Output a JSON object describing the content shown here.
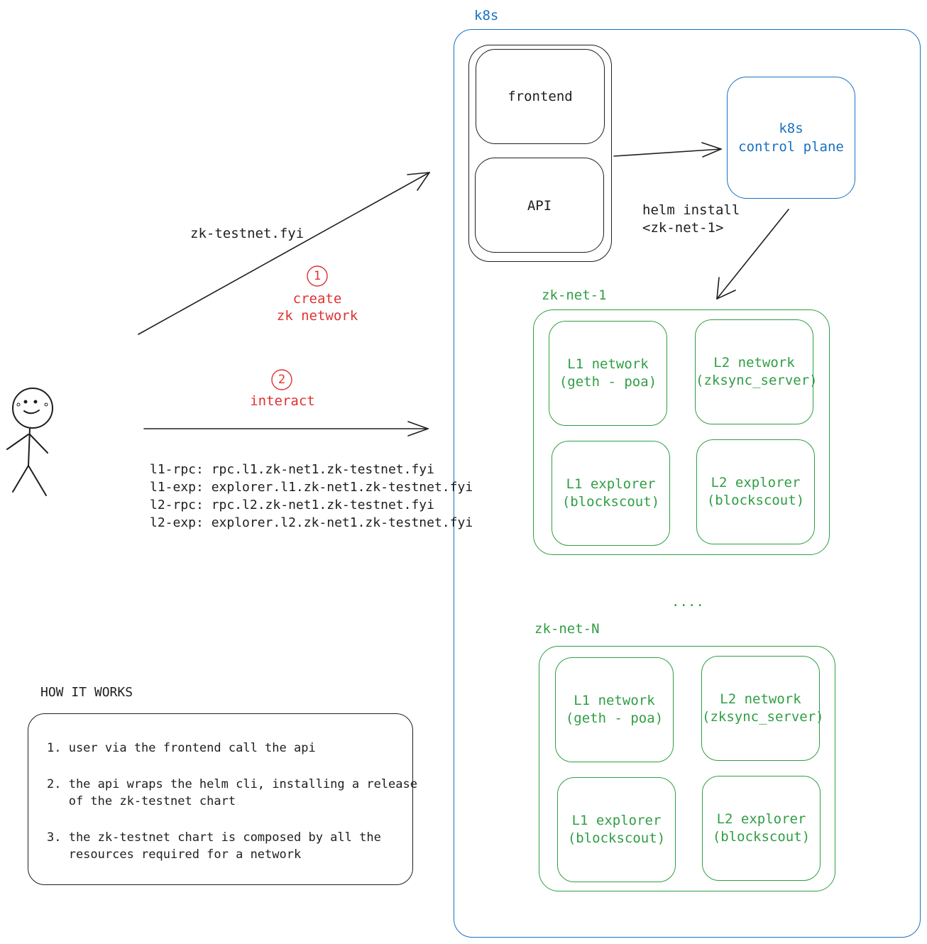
{
  "k8s": {
    "label": "k8s",
    "control_plane": [
      "k8s",
      "control plane"
    ]
  },
  "app": {
    "frontend": "frontend",
    "api": "API"
  },
  "helm": [
    "helm install",
    "<zk-net-1>"
  ],
  "url_label": "zk-testnet.fyi",
  "steps": {
    "step1": {
      "number": "1",
      "lines": [
        "create",
        "zk network"
      ]
    },
    "step2": {
      "number": "2",
      "lines": [
        "interact"
      ]
    }
  },
  "endpoints": [
    "l1-rpc: rpc.l1.zk-net1.zk-testnet.fyi",
    "l1-exp: explorer.l1.zk-net1.zk-testnet.fyi",
    "l2-rpc: rpc.l2.zk-net1.zk-testnet.fyi",
    "l2-exp: explorer.l2.zk-net1.zk-testnet.fyi"
  ],
  "networks": [
    {
      "label": "zk-net-1",
      "services": [
        [
          "L1 network",
          "(geth - poa)"
        ],
        [
          "L2 network",
          "(zksync_server)"
        ],
        [
          "L1 explorer",
          "(blockscout)"
        ],
        [
          "L2 explorer",
          "(blockscout)"
        ]
      ]
    },
    {
      "label": "zk-net-N",
      "services": [
        [
          "L1 network",
          "(geth - poa)"
        ],
        [
          "L2 network",
          "(zksync_server)"
        ],
        [
          "L1 explorer",
          "(blockscout)"
        ],
        [
          "L2 explorer",
          "(blockscout)"
        ]
      ]
    }
  ],
  "ellipsis": "....",
  "how_it_works": {
    "title": "HOW IT WORKS",
    "items": [
      [
        "1. user via the frontend call the api"
      ],
      [
        "2. the api wraps the helm cli, installing a release",
        "   of the zk-testnet chart"
      ],
      [
        "3. the zk-testnet chart is composed by all the",
        "   resources required for a network"
      ]
    ]
  },
  "colors": {
    "ink": "#1e1e1e",
    "blue": "#1971c2",
    "green": "#2f9e44",
    "red": "#e03131"
  }
}
